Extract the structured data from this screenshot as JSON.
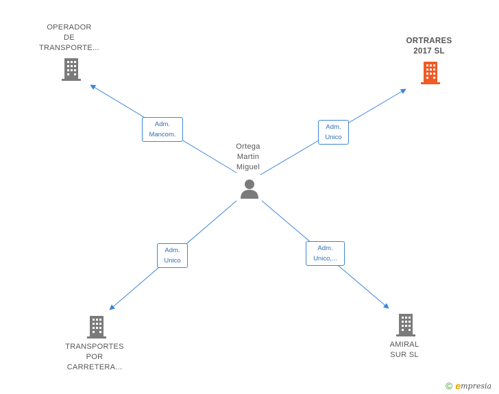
{
  "center": {
    "name_lines": [
      "Ortega",
      "Martin",
      "Miguel"
    ],
    "icon": "person-icon",
    "color": "#7b7b7b"
  },
  "companies": [
    {
      "id": "operador",
      "name_lines": [
        "OPERADOR",
        "DE",
        "TRANSPORTE..."
      ],
      "icon": "building-icon",
      "color": "#7b7b7b",
      "highlight": false,
      "role_lines": [
        "Adm.",
        "Mancom."
      ]
    },
    {
      "id": "ortrares",
      "name_lines": [
        "ORTRARES",
        "2017  SL"
      ],
      "icon": "building-icon",
      "color": "#f15a24",
      "highlight": true,
      "role_lines": [
        "Adm.",
        "Unico"
      ]
    },
    {
      "id": "transportes",
      "name_lines": [
        "TRANSPORTES",
        "POR",
        "CARRETERA..."
      ],
      "icon": "building-icon",
      "color": "#7b7b7b",
      "highlight": false,
      "role_lines": [
        "Adm.",
        "Unico"
      ]
    },
    {
      "id": "amiral",
      "name_lines": [
        "AMIRAL",
        "SUR  SL"
      ],
      "icon": "building-icon",
      "color": "#7b7b7b",
      "highlight": false,
      "role_lines": [
        "Adm.",
        "Unico,..."
      ]
    }
  ],
  "edge_color": "#3a86d6",
  "footer": {
    "copyright": "©",
    "brand_initial": "e",
    "brand_rest": "mpresia"
  }
}
